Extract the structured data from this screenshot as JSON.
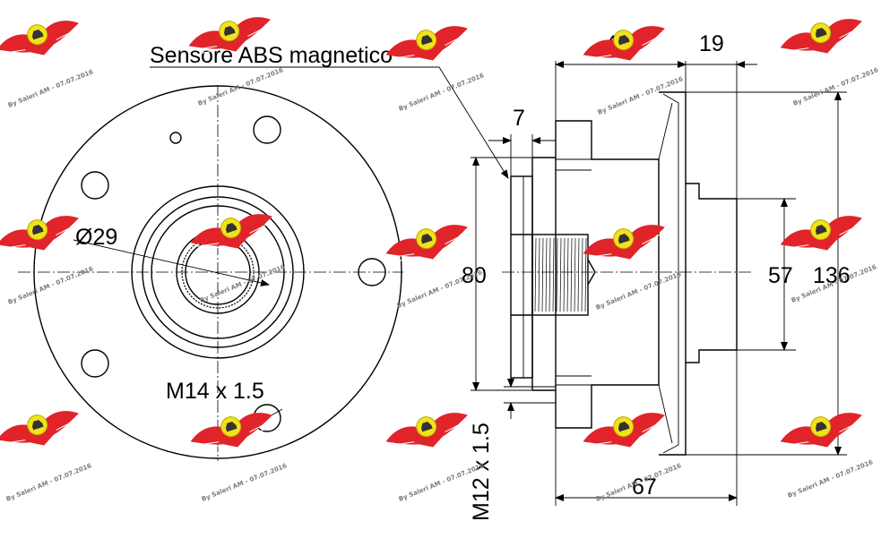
{
  "labels": {
    "abs_sensor": "Sensore ABS magnetico",
    "bore_diameter": "Ø29",
    "stud_thread": "M14 x 1.5",
    "dim_width_flange_to_outer": "48",
    "dim_hub_step": "19",
    "dim_sensor_ring": "7",
    "dim_sensor_dia": "80",
    "dim_pilot_dia": "57",
    "dim_flange_dia": "136",
    "dim_overall_width": "67",
    "bolt_thread": "M12 x 1.5"
  },
  "watermark": {
    "text": "By Saleri AM - 07.07.2016",
    "colors": {
      "wing": "#e0242a",
      "badge": "#f2e21a"
    }
  }
}
